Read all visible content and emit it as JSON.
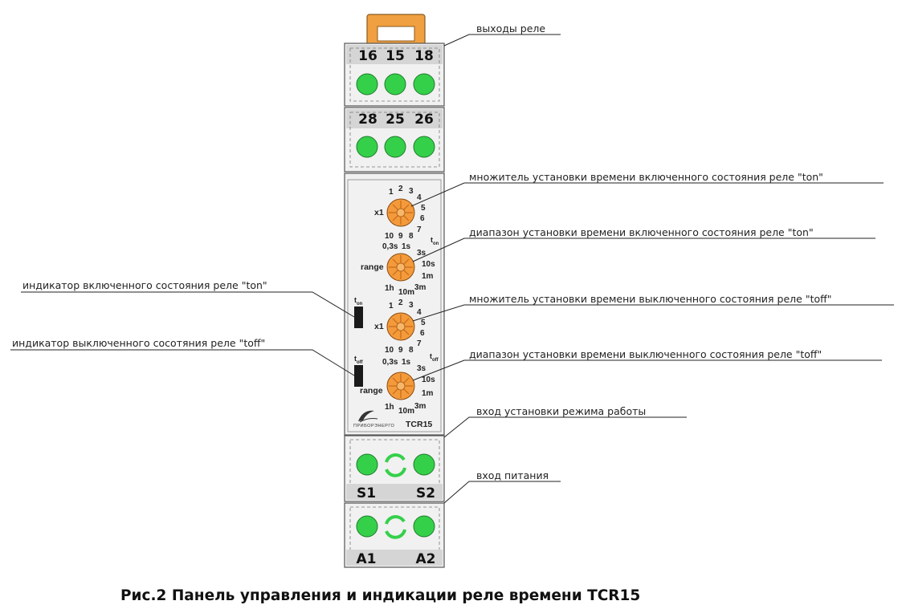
{
  "caption": "Рис.2 Панель управления и индикации реле времени TCR15",
  "model": "TCR15",
  "brand": "ПРИБОРЭНЕРГО",
  "colors": {
    "terminal_green": "#35d04a",
    "dial_orange": "#f39a3b",
    "housing": "#f1f1f1",
    "header": "#d5d5d5",
    "clip_orange": "#f0a040"
  },
  "terminals": {
    "block1": [
      "16",
      "15",
      "18"
    ],
    "block2": [
      "28",
      "25",
      "26"
    ],
    "block3": [
      "S1",
      "S2"
    ],
    "block4": [
      "A1",
      "A2"
    ]
  },
  "annotations": {
    "relay_outputs": "выходы реле",
    "ton_multiplier": "множитель установки времени включенного состояния реле \"ton\"",
    "ton_range": "диапазон установки времени включенного состояния реле \"ton\"",
    "toff_multiplier": "множитель установки времени выключенного состояния реле \"toff\"",
    "toff_range": "диапазон установки времени выключенного состояния реле \"toff\"",
    "mode_input": "вход установки режима работы",
    "power_input": "вход питания",
    "ton_indicator": "индикатор включенного состояния реле \"ton\"",
    "toff_indicator": "индикатор выключенного сосотяния реле \"toff\""
  },
  "dials": {
    "multiplier_label": "x1",
    "range_label": "range",
    "multiplier_scale": [
      "1",
      "2",
      "3",
      "4",
      "5",
      "6",
      "7",
      "8",
      "9",
      "10"
    ],
    "range_scale": [
      "0,3s",
      "1s",
      "3s",
      "10s",
      "1m",
      "3m",
      "10m",
      "1h"
    ]
  },
  "indicators": {
    "ton": {
      "main": "t",
      "sub": "on"
    },
    "toff": {
      "main": "t",
      "sub": "off"
    }
  },
  "dial_time_labels": {
    "ton": {
      "main": "t",
      "sub": "on"
    },
    "toff": {
      "main": "t",
      "sub": "off"
    }
  }
}
